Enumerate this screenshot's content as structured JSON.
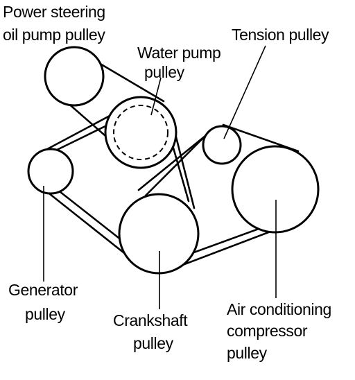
{
  "labels": {
    "power_steering": [
      "Power steering",
      "oil pump pulley"
    ],
    "water_pump": [
      "Water pump",
      "pulley"
    ],
    "tension": [
      "Tension pulley"
    ],
    "generator": [
      "Generator",
      "pulley"
    ],
    "crankshaft": [
      "Crankshaft",
      "pulley"
    ],
    "air_conditioning": [
      "Air conditioning",
      "compressor",
      "pulley"
    ]
  },
  "colors": {
    "ink": "#000000",
    "paper": "#ffffff"
  }
}
